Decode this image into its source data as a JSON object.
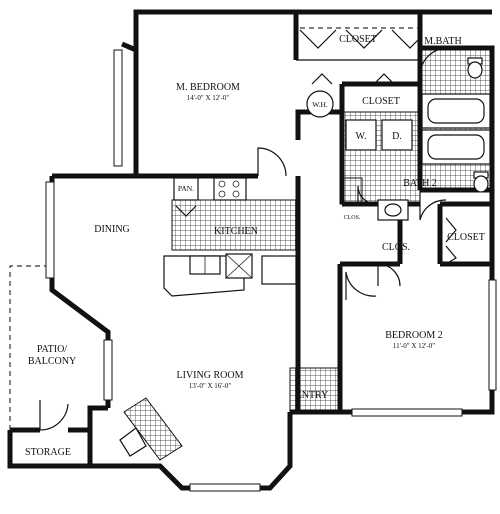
{
  "rooms": {
    "master_bedroom": {
      "name": "M. BEDROOM",
      "size": "14'-0\" X 12'-0\""
    },
    "closet_top": "CLOSET",
    "master_bath": "M.BATH",
    "wh": "W.H.",
    "closet_mid": "CLOSET",
    "washer": "W.",
    "dryer": "D.",
    "bath2": "BATH 2",
    "pantry": "PAN.",
    "kitchen": "KITCHEN",
    "dining": "DINING",
    "clos_small": "CLOS.",
    "clos_hall": "CLOS.",
    "closet_right": "CLOSET",
    "bedroom2": {
      "name": "BEDROOM 2",
      "size": "11'-0\" X 12'-0\""
    },
    "patio": {
      "line1": "PATIO/",
      "line2": "BALCONY"
    },
    "living": {
      "name": "LIVING ROOM",
      "size": "13'-0\" X 16'-0\""
    },
    "entry": "ENTRY",
    "storage": "STORAGE"
  }
}
